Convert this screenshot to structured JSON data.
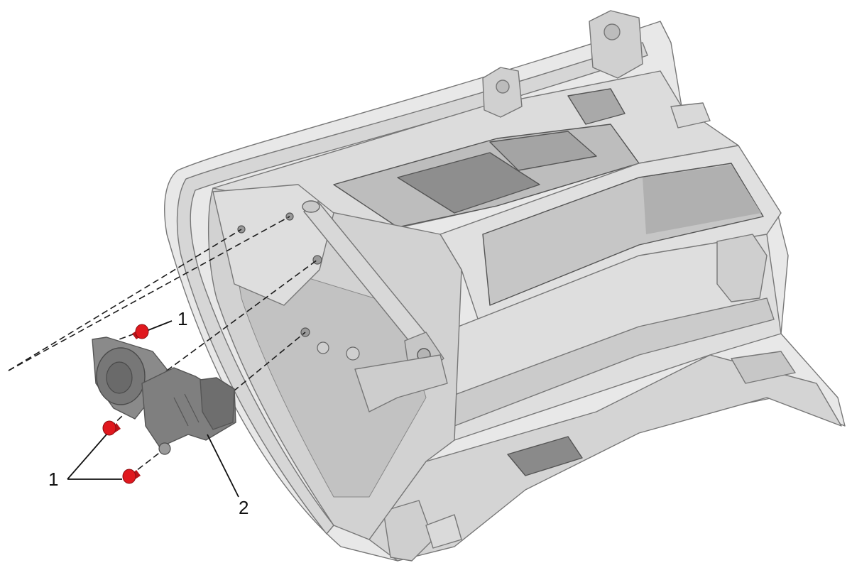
{
  "callouts": {
    "bolt_top": "1",
    "bolt_pair": "1",
    "actuator": "2"
  },
  "colors": {
    "housing": "#e4e4e4",
    "housing_shade": "#cfcfcf",
    "housing_dark": "#b9b9b9",
    "part_gray": "#7d7d7d",
    "part_dark": "#5f5f5f",
    "bolt_red": "#e0181e"
  }
}
